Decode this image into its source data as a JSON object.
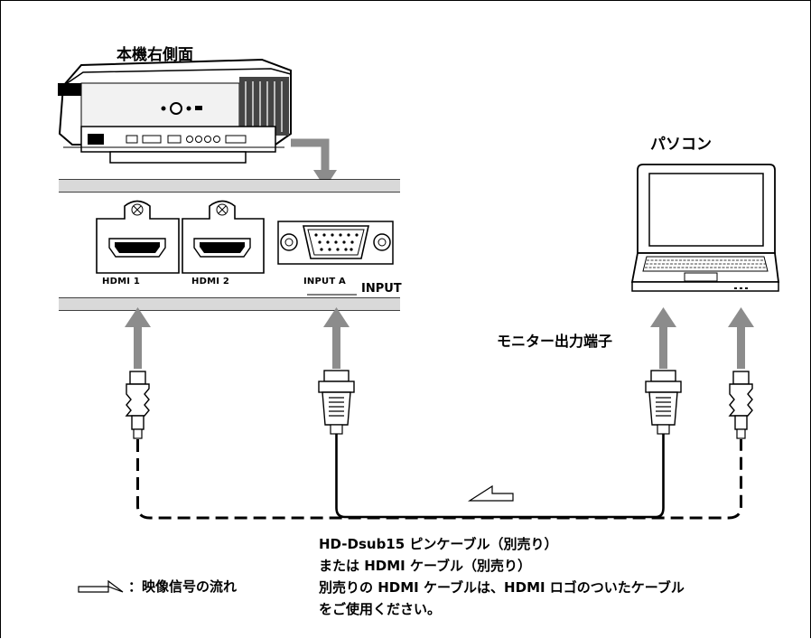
{
  "labels": {
    "projector_side": "本機右側面",
    "pc": "パソコン",
    "monitor_out": "モニター出力端子"
  },
  "ports": {
    "hdmi1": "HDMI 1",
    "hdmi2": "HDMI 2",
    "input_a": "INPUT A",
    "input": "INPUT"
  },
  "legend": {
    "text": "：映像信号の流れ",
    "icon": "signal-flow-arrow-icon"
  },
  "notes": [
    "HD-Dsub15 ピンケーブル（別売り）",
    "または HDMI ケーブル（別売り）",
    "別売りの HDMI ケーブルは、HDMI ロゴのついたケーブル",
    "をご使用ください。"
  ],
  "colors": {
    "arrow": "#8c8c8c",
    "panel_shade": "#d9d9d9",
    "line": "#000000"
  }
}
